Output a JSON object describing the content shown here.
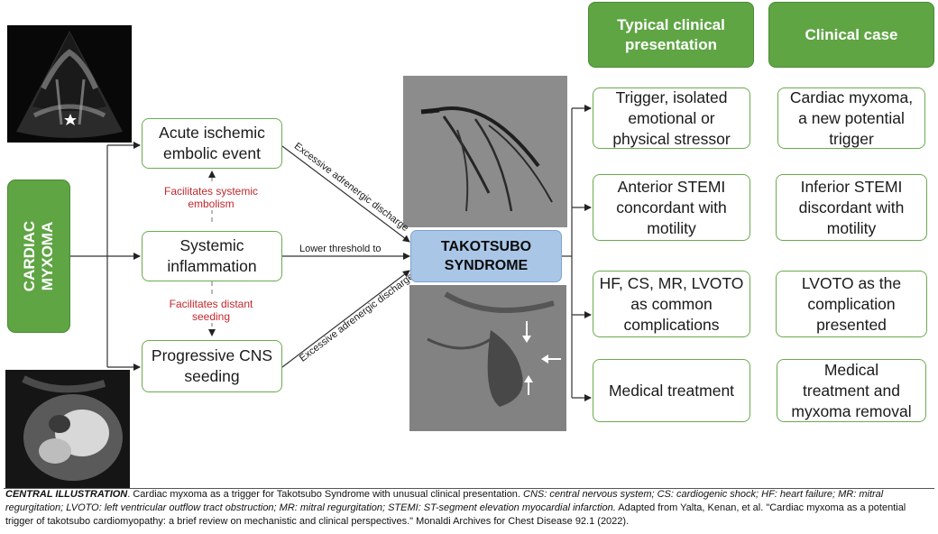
{
  "myxoma_label": "CARDIAC\nMYXOMA",
  "pathways": {
    "embolic": "Acute ischemic\nembolic event",
    "inflammation": "Systemic\ninflammation",
    "cns": "Progressive CNS\nseeding"
  },
  "red_labels": {
    "embolism": "Facilitates systemic\nembolism",
    "seeding": "Facilitates distant\nseeding"
  },
  "arrow_labels": {
    "top": "Excessive adrenergic discharge",
    "middle": "Lower threshold to",
    "bottom": "Excessive adrenergic discharge"
  },
  "center_label": "TAKOTSUBO\nSYNDROME",
  "headers": {
    "typical": "Typical clinical\npresentation",
    "case": "Clinical case"
  },
  "typical_items": [
    "Trigger, isolated\nemotional or\nphysical stressor",
    "Anterior STEMI\nconcordant with\nmotility",
    "HF, CS, MR, LVOTO\nas common\ncomplications",
    "Medical treatment"
  ],
  "case_items": [
    "Cardiac myxoma,\na new potential\ntrigger",
    "Inferior STEMI\ndiscordant with\nmotility",
    "LVOTO as the\ncomplication\npresented",
    "Medical\ntreatment and\nmyxoma removal"
  ],
  "caption": {
    "title": "CENTRAL ILLUSTRATION",
    "text": ". Cardiac myxoma as a trigger for Takotsubo Syndrome with unusual clinical presentation. ",
    "abbreviations": "CNS: central nervous system; CS: cardiogenic shock; HF: heart failure; MR: mitral regurgitation; LVOTO: left ventricular outflow tract obstruction; MR: mitral regurgitation; STEMI: ST-segment elevation myocardial infarction.",
    "source": " Adapted from Yalta, Kenan, et al. \"Cardiac myxoma as a potential trigger of takotsubo cardiomyopathy: a brief review on mechanistic and clinical perspectives.\" Monaldi Archives for Chest Disease 92.1 (2022)."
  },
  "colors": {
    "green": "#5fa544",
    "green_border": "#6aab4f",
    "blue": "#a9c6e6",
    "red": "#c0272d"
  }
}
